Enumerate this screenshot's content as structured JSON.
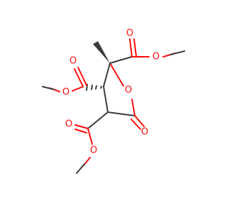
{
  "molecule": {
    "atoms": [
      {
        "id": "ring_o",
        "symbol": "O",
        "color": "#ff0d0d"
      },
      {
        "id": "lactone_carbonyl_o",
        "symbol": "O",
        "color": "#ff0d0d"
      },
      {
        "id": "ester_top_carbonyl_o",
        "symbol": "O",
        "color": "#ff0d0d"
      },
      {
        "id": "ester_top_ether_o",
        "symbol": "O",
        "color": "#ff0d0d"
      },
      {
        "id": "ester_left_carbonyl_o",
        "symbol": "O",
        "color": "#ff0d0d"
      },
      {
        "id": "ester_left_ether_o",
        "symbol": "O",
        "color": "#ff0d0d"
      },
      {
        "id": "ester_bottom_carbonyl_o",
        "symbol": "O",
        "color": "#ff0d0d"
      },
      {
        "id": "ester_bottom_ether_o",
        "symbol": "O",
        "color": "#ff0d0d"
      }
    ],
    "colors": {
      "bond": "#3c3c3c",
      "oxygen": "#ff0d0d",
      "background": "#ffffff"
    }
  }
}
